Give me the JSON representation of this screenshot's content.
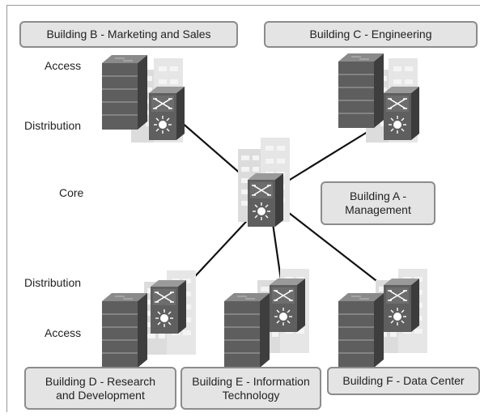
{
  "tiers": {
    "access_top": "Access",
    "distribution_top": "Distribution",
    "core": "Core",
    "distribution_bottom": "Distribution",
    "access_bottom": "Access"
  },
  "buildings": {
    "b": {
      "line1": "Building B - Marketing and Sales",
      "line2": ""
    },
    "c": {
      "line1": "Building C - Engineering",
      "line2": ""
    },
    "a": {
      "line1": "Building A -",
      "line2": "Management"
    },
    "d": {
      "line1": "Building D - Research",
      "line2": "and Development"
    },
    "e": {
      "line1": "Building E - Information",
      "line2": "Technology"
    },
    "f": {
      "line1": "Building F - Data Center",
      "line2": ""
    }
  },
  "icons": {
    "access_switch": "access-switch-icon",
    "multilayer_switch": "multilayer-switch-icon",
    "building": "office-building-icon"
  },
  "colors": {
    "device_dark": "#5a5a5a",
    "device_mid": "#7a7a7a",
    "building_ghost": "#dcdcdc",
    "label_bg": "#e4e4e4",
    "label_border": "#8c8c8c",
    "link": "#111111"
  }
}
